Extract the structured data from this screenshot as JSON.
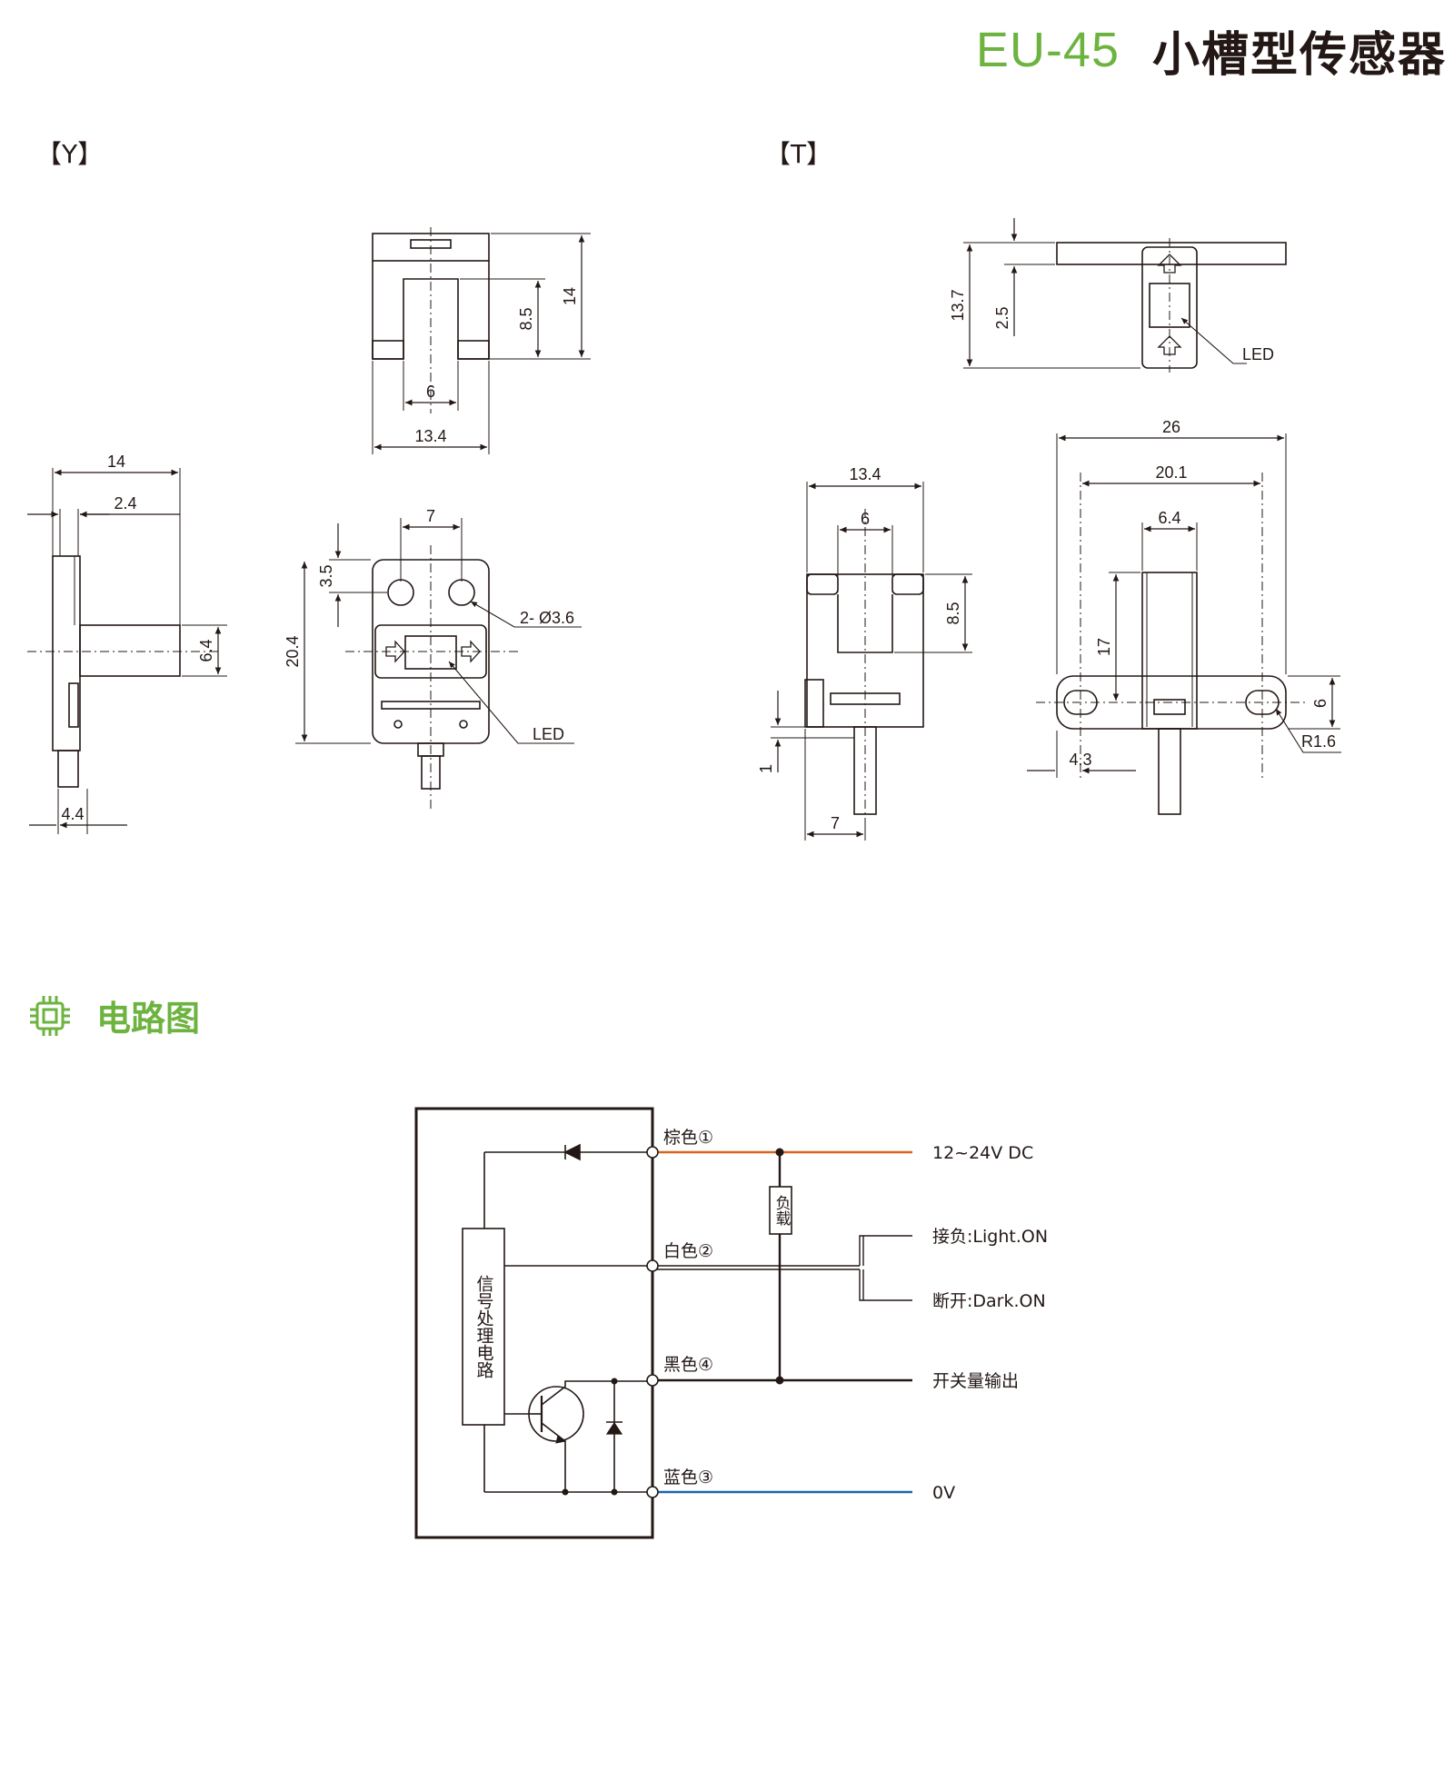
{
  "header": {
    "model": "EU-45",
    "name": "小槽型传感器"
  },
  "variants": {
    "y": "【Y】",
    "t": "【T】"
  },
  "dims_y": {
    "top_height": "14",
    "top_slot_depth": "8.5",
    "top_slot_width": "6",
    "top_width": "13.4",
    "side_depth": "14",
    "side_plate": "2.4",
    "side_slot": "6.4",
    "side_pin": "4.4",
    "front_hole_pitch": "7",
    "front_hole_offset": "3.5",
    "front_height": "20.4",
    "front_holes": "2- Ø3.6",
    "front_led": "LED"
  },
  "dims_t": {
    "top_height": "13.7",
    "top_plate": "2.5",
    "top_led": "LED",
    "side_width": "13.4",
    "side_slot_width": "6",
    "side_slot_depth": "8.5",
    "side_thickness": "1",
    "side_pin": "7",
    "front_width": "26",
    "front_hole_pitch": "20.1",
    "front_body": "6.4",
    "front_height": "17",
    "front_plate": "6",
    "front_radius": "R1.6",
    "front_hole_offset": "4.3"
  },
  "circuit": {
    "section_title": "电路图",
    "box_label": "信号处理电路",
    "load_label": "负载",
    "wires": {
      "brown": "棕色①",
      "white": "白色②",
      "black": "黑色④",
      "blue": "蓝色③"
    },
    "outputs": {
      "supply": "12~24V  DC",
      "light_on": "接负:Light.ON",
      "dark_on": "断开:Dark.ON",
      "switch": "开关量输出",
      "zero": "0V"
    },
    "colors": {
      "brown": "#d9641e",
      "blue": "#1e64b4",
      "accent": "#6cb33f"
    }
  }
}
